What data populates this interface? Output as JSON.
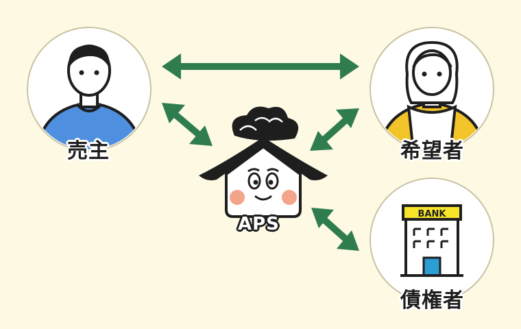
{
  "nodes": {
    "seller": {
      "label": "売主"
    },
    "buyer": {
      "label": "希望者"
    },
    "creditor": {
      "label": "債権者",
      "bank_sign": "BANK"
    },
    "aps": {
      "label": "APS"
    }
  },
  "edges": [
    {
      "from": "seller",
      "to": "buyer",
      "direction": "both"
    },
    {
      "from": "seller",
      "to": "aps",
      "direction": "both"
    },
    {
      "from": "buyer",
      "to": "aps",
      "direction": "both"
    },
    {
      "from": "creditor",
      "to": "aps",
      "direction": "both"
    }
  ],
  "colors": {
    "background": "#fdf9e3",
    "arrow": "#2f7d4f",
    "circle_border": "#c9c3a3",
    "seller_shirt": "#4f8fe0",
    "buyer_shirt": "#f2c42a",
    "bank_sign": "#f7e52a",
    "bank_door": "#2c9ed3"
  }
}
